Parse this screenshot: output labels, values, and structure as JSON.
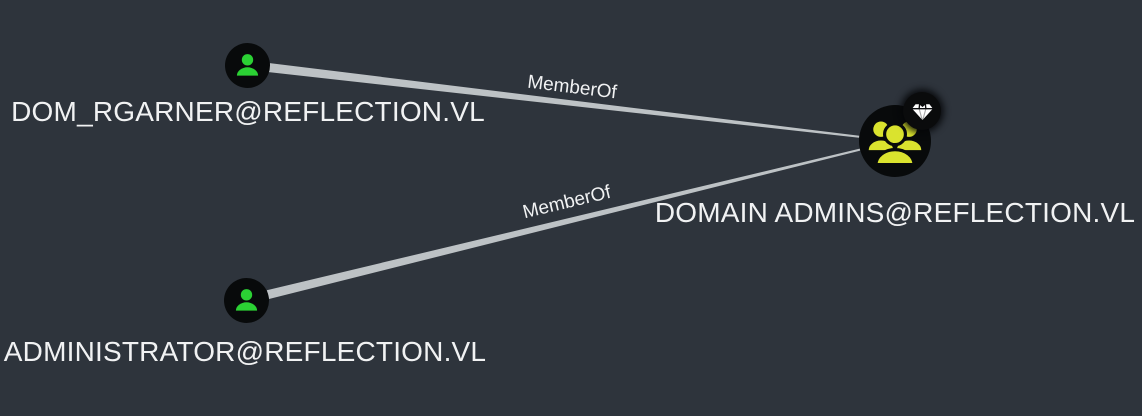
{
  "view": {
    "background_color": "#2E343C",
    "edge_color": "#BDC2C5",
    "label_color": "#F1F2F3",
    "node_fill_color": "#080A0B",
    "user_icon_color": "#2BD134",
    "group_icon_color": "#DAE32E",
    "gem_icon_color": "#FFFFFF"
  },
  "graph": {
    "nodes": [
      {
        "id": "dom_rgarner",
        "type": "User",
        "label": "DOM_RGARNER@REFLECTION.VL",
        "icon": "user-icon"
      },
      {
        "id": "administrator",
        "type": "User",
        "label": "ADMINISTRATOR@REFLECTION.VL",
        "icon": "user-icon"
      },
      {
        "id": "domain_admins",
        "type": "Group",
        "label": "DOMAIN ADMINS@REFLECTION.VL",
        "icon": "group-icon",
        "badge": "gem"
      }
    ],
    "edges": [
      {
        "label": "MemberOf",
        "source": "DOM_RGARNER@REFLECTION.VL",
        "target": "DOMAIN ADMINS@REFLECTION.VL"
      },
      {
        "label": "MemberOf",
        "source": "ADMINISTRATOR@REFLECTION.VL",
        "target": "DOMAIN ADMINS@REFLECTION.VL"
      }
    ]
  }
}
